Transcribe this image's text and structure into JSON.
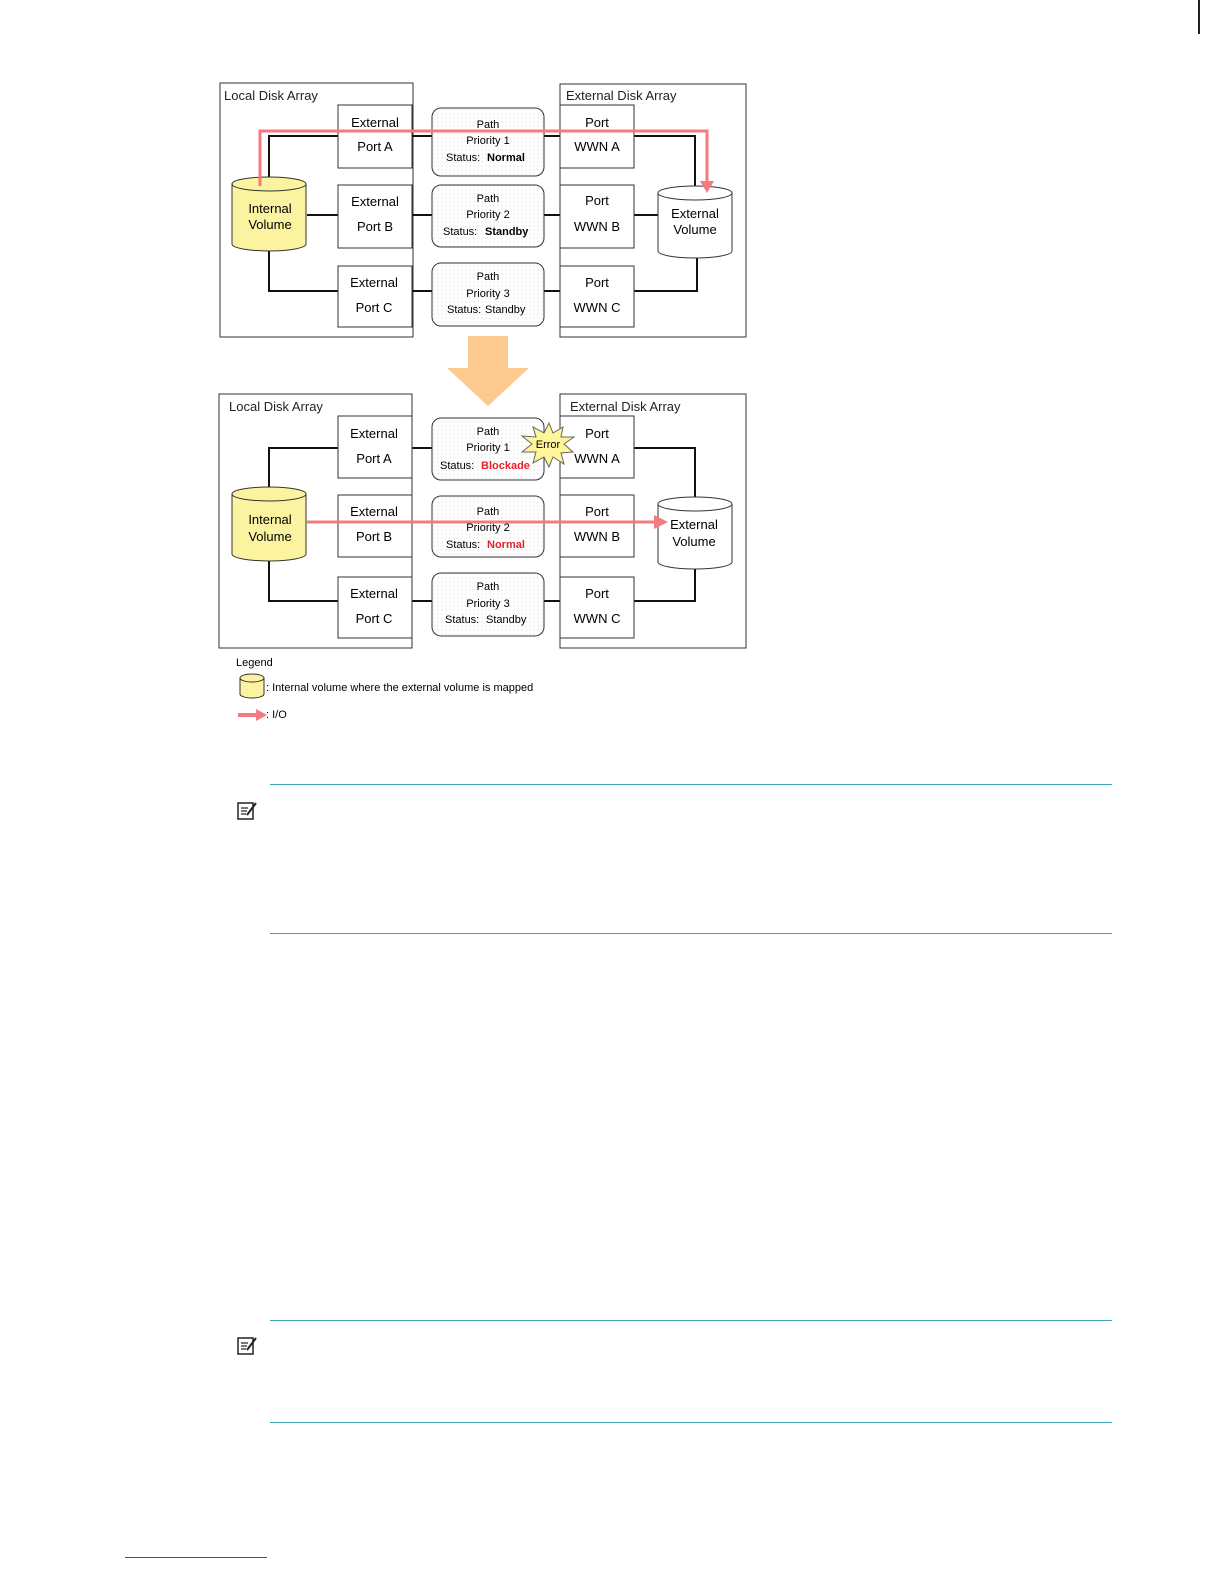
{
  "colors": {
    "io_arrow": "#f47a80",
    "internal_volume_fill": "#fbf3a0",
    "down_arrow": "#fcc98e",
    "error_burst": "#fff59a",
    "status_red": "#e8202a",
    "note_rule": "#3aa3b3"
  },
  "diagram": {
    "before": {
      "local_array_title": "Local Disk Array",
      "external_array_title": "External Disk Array",
      "internal_volume": [
        "Internal",
        "Volume"
      ],
      "external_volume": [
        "External",
        "Volume"
      ],
      "local_ports": [
        [
          "External",
          "Port A"
        ],
        [
          "External",
          "Port B"
        ],
        [
          "External",
          "Port C"
        ]
      ],
      "paths": [
        {
          "line1": "Path",
          "line2": "Priority 1",
          "status_label": "Status:",
          "status": "Normal"
        },
        {
          "line1": "Path",
          "line2": "Priority 2",
          "status_label": "Status:",
          "status": "Standby"
        },
        {
          "line1": "Path",
          "line2": "Priority 3",
          "status_label": "Status:",
          "status": "Standby"
        }
      ],
      "external_ports": [
        [
          "Port",
          "WWN A"
        ],
        [
          "Port",
          "WWN B"
        ],
        [
          "Port",
          "WWN C"
        ]
      ]
    },
    "after": {
      "local_array_title": "Local Disk Array",
      "external_array_title": "External Disk Array",
      "internal_volume": [
        "Internal",
        "Volume"
      ],
      "external_volume": [
        "External",
        "Volume"
      ],
      "local_ports": [
        [
          "External",
          "Port A"
        ],
        [
          "External",
          "Port B"
        ],
        [
          "External",
          "Port C"
        ]
      ],
      "paths": [
        {
          "line1": "Path",
          "line2": "Priority 1",
          "status_label": "Status:",
          "status": "Blockade"
        },
        {
          "line1": "Path",
          "line2": "Priority 2",
          "status_label": "Status:",
          "status": "Normal"
        },
        {
          "line1": "Path",
          "line2": "Priority 3",
          "status_label": "Status:",
          "status": "Standby"
        }
      ],
      "external_ports": [
        [
          "Port",
          "WWN A"
        ],
        [
          "Port",
          "WWN B"
        ],
        [
          "Port",
          "WWN C"
        ]
      ],
      "error_label": "Error"
    },
    "legend": {
      "title": "Legend",
      "volume_desc": ": Internal volume where the external volume is mapped",
      "io_desc": ": I/O"
    }
  },
  "notes": [
    {
      "icon": "note-icon"
    },
    {
      "icon": "note-icon"
    }
  ]
}
